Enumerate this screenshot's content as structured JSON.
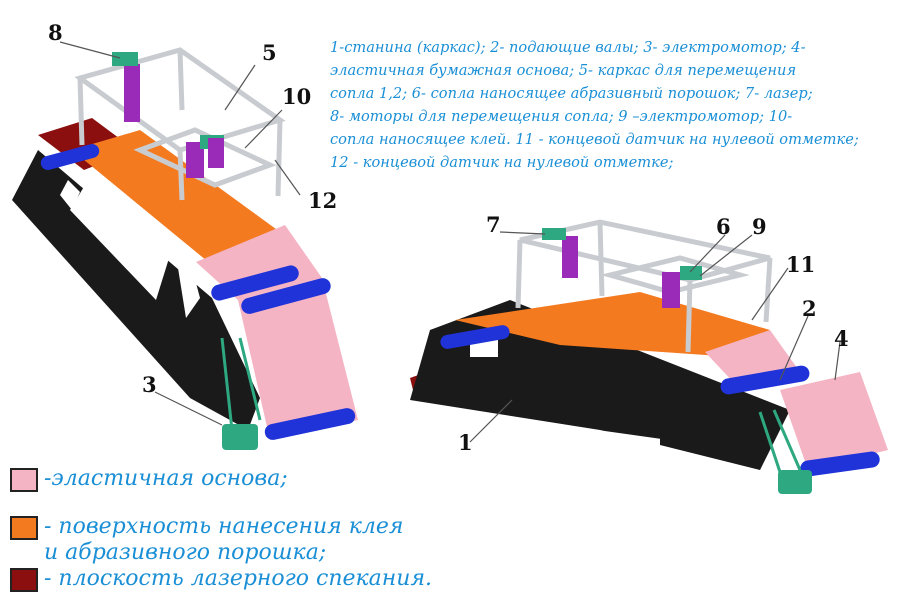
{
  "caption": {
    "lines": [
      "1-станина (каркас); 2- подающие валы; 3- электромотор; 4-",
      "эластичная бумажная основа; 5- каркас для перемещения",
      "сопла 1,2; 6- сопла наносящее абразивный порошок; 7- лазер;",
      "8- моторы для перемещения сопла; 9 –электромотор; 10-",
      "сопла наносящее клей. 11 - концевой датчик на нулевой отметке;",
      "12 - концевой датчик на нулевой отметке;"
    ]
  },
  "callouts": {
    "c1": "1",
    "c2": "2",
    "c3": "3",
    "c4": "4",
    "c5": "5",
    "c6": "6",
    "c7": "7",
    "c8": "8",
    "c9": "9",
    "c10": "10",
    "c11": "11",
    "c12": "12"
  },
  "legend": {
    "items": [
      {
        "text": "-эластичная основа;",
        "color": "#f4b4c4"
      },
      {
        "text": "- поверхность нанесения клея",
        "text2": "и абразивного порошка;",
        "color": "#f47a20"
      },
      {
        "text": "- плоскость лазерного спекания.",
        "color": "#8b0f0f"
      }
    ]
  },
  "colors": {
    "frame": "#1a1a1a",
    "roller": "#1f33d8",
    "elastic": "#f4b4c4",
    "glue_surface": "#f47a20",
    "laser_plane": "#8b0f0f",
    "rail": "#c8ccd0",
    "nozzle": "#9a2ab8",
    "motor": "#2ea880",
    "text": "#1a8fd6"
  }
}
